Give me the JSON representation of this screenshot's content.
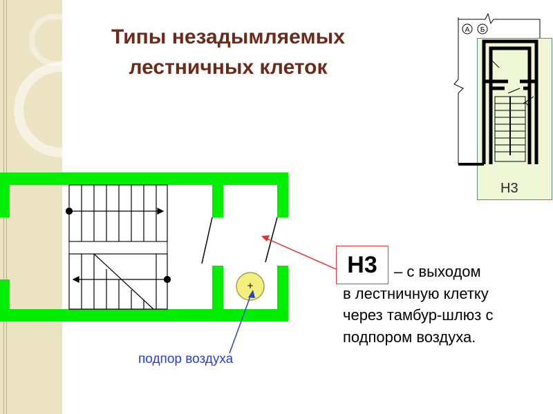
{
  "title": {
    "line1": "Типы незадымляемых",
    "line2": "лестничных клеток"
  },
  "badge": {
    "code": "Н3"
  },
  "description": {
    "line1": "– с выходом",
    "line2": "в лестничную клетку",
    "line3": "через тамбур-шлюз с",
    "line4": "подпором воздуха."
  },
  "air_label": "подпор воздуха",
  "mini_plan": {
    "label": "Н3",
    "axis_a": "А",
    "axis_b": "Б"
  },
  "colors": {
    "wall": "#00ee00",
    "title": "#6b2a1a",
    "arrow_red": "#e03030",
    "arrow_blue": "#2a3fd0",
    "fan": "#f4f080",
    "left_band": "#ebe3c2",
    "mini_bg": "#eef6d6"
  }
}
